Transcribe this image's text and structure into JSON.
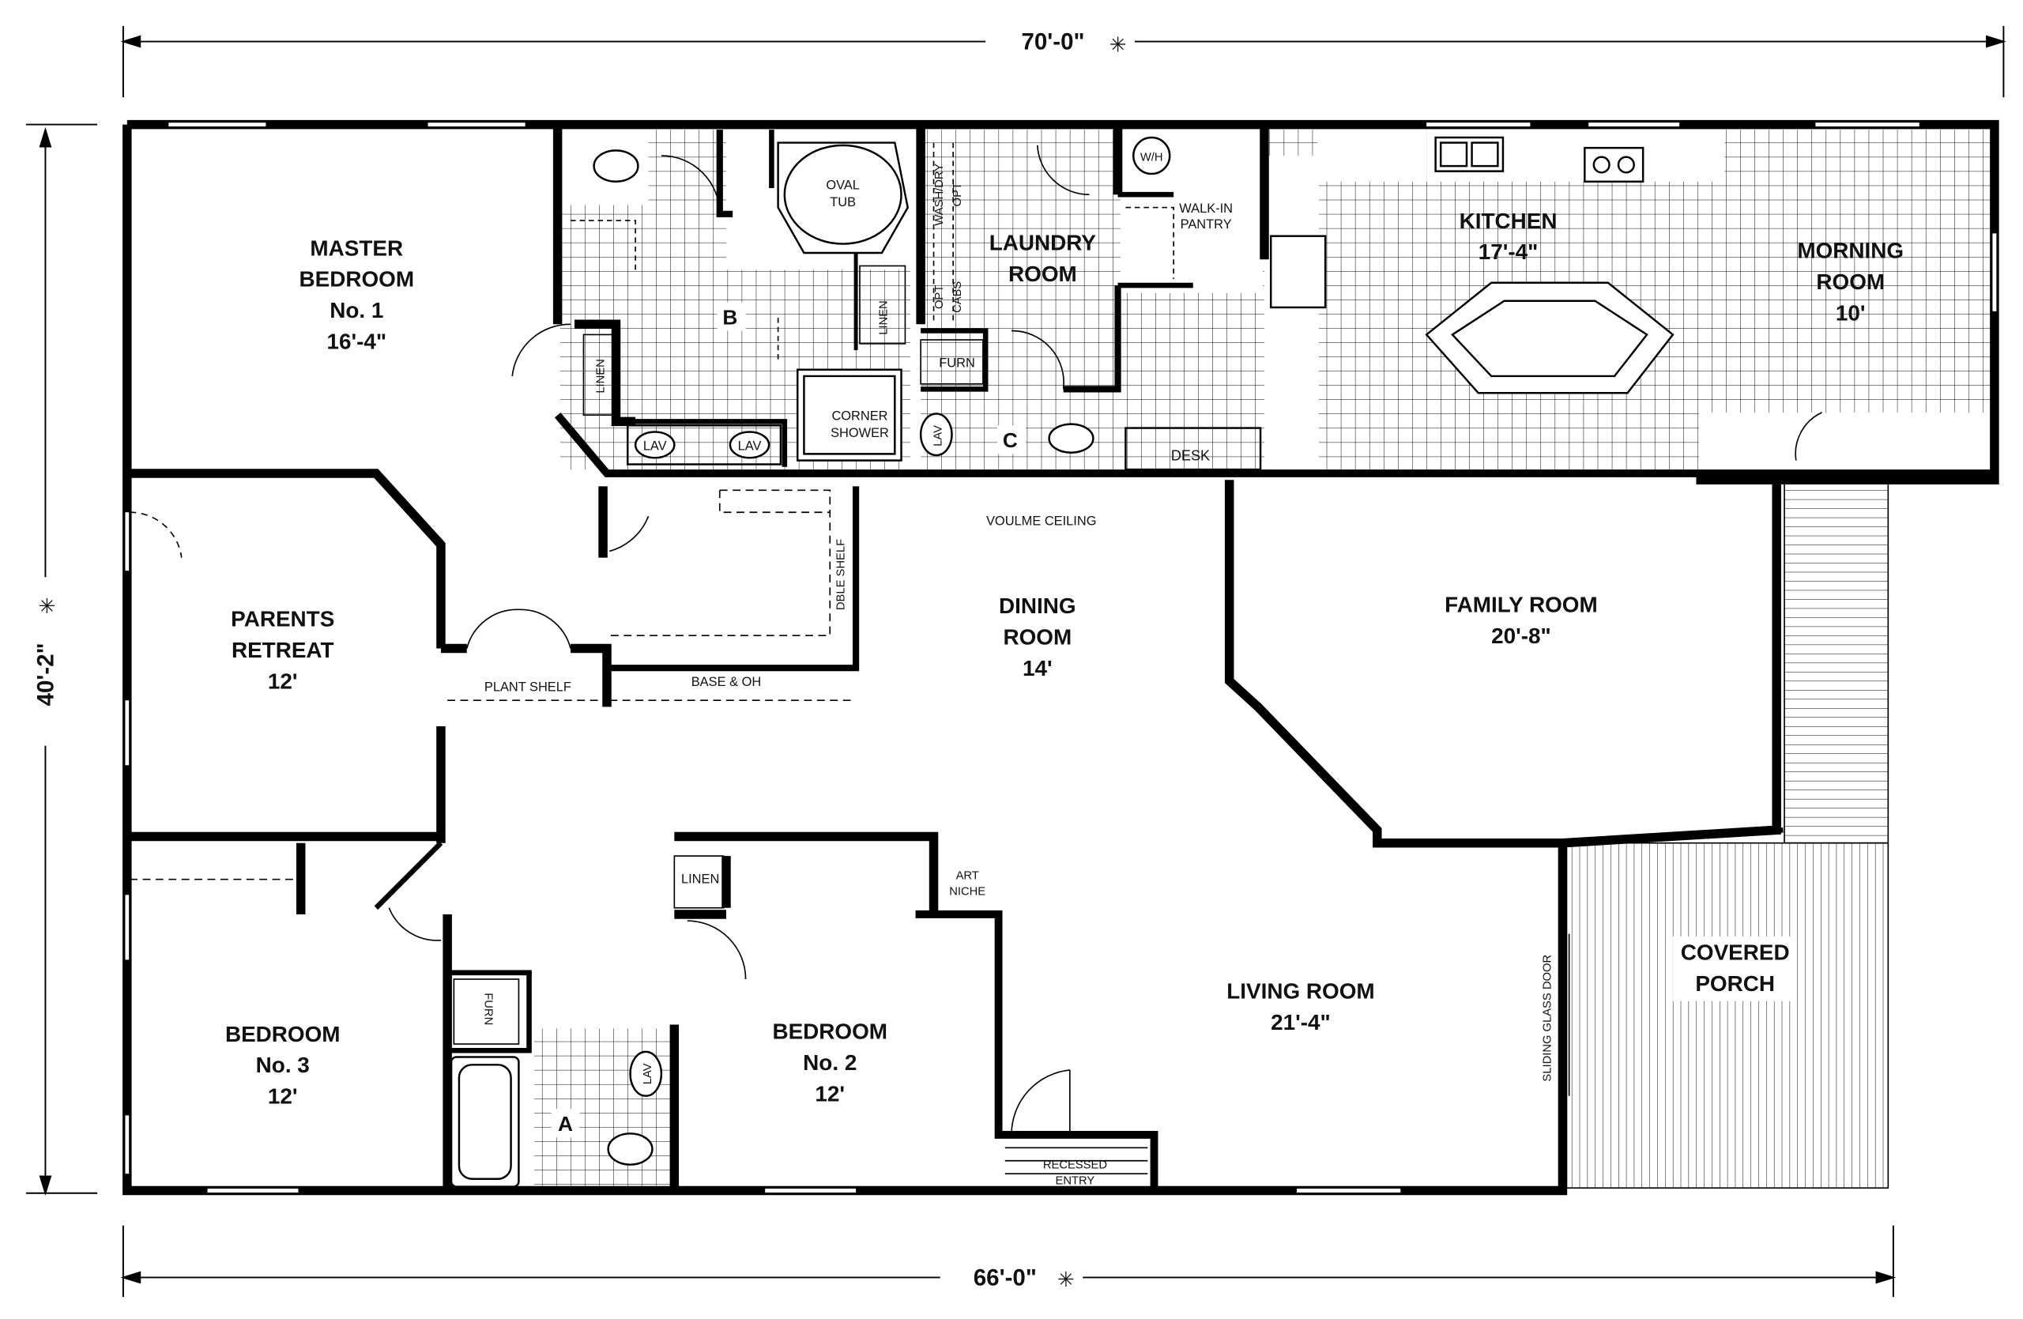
{
  "dimensions": {
    "top": "70'-0\"",
    "bottom": "66'-0\"",
    "side": "40'-2\"",
    "marker": "✳"
  },
  "rooms": {
    "master_bedroom": {
      "line1": "MASTER",
      "line2": "BEDROOM",
      "line3": "No. 1",
      "size": "16'-4\""
    },
    "parents_retreat": {
      "line1": "PARENTS",
      "line2": "RETREAT",
      "size": "12'"
    },
    "bedroom3": {
      "line1": "BEDROOM",
      "line2": "No. 3",
      "size": "12'"
    },
    "bedroom2": {
      "line1": "BEDROOM",
      "line2": "No. 2",
      "size": "12'"
    },
    "laundry": {
      "line1": "LAUNDRY",
      "line2": "ROOM"
    },
    "kitchen": {
      "line1": "KITCHEN",
      "size": "17'-4\""
    },
    "morning_room": {
      "line1": "MORNING",
      "line2": "ROOM",
      "size": "10'"
    },
    "dining_room": {
      "line1": "DINING",
      "line2": "ROOM",
      "size": "14'"
    },
    "family_room": {
      "line1": "FAMILY ROOM",
      "size": "20'-8\""
    },
    "living_room": {
      "line1": "LIVING ROOM",
      "size": "21'-4\""
    },
    "covered_porch": {
      "line1": "COVERED",
      "line2": "PORCH"
    },
    "bath_a": "A",
    "bath_b": "B",
    "bath_c": "C"
  },
  "fixtures": {
    "oval_tub_1": "OVAL",
    "oval_tub_2": "TUB",
    "corner_shower_1": "CORNER",
    "corner_shower_2": "SHOWER",
    "lav": "LAV",
    "linen": "LINEN",
    "furn": "FURN",
    "wh": "W/H",
    "washdry": "WASH/DRY",
    "opt": "OPT",
    "opt_cabs_1": "OPT",
    "opt_cabs_2": "CABS",
    "walkin_1": "WALK-IN",
    "walkin_2": "PANTRY",
    "desk": "DESK",
    "volume_ceiling": "VOULME CEILING",
    "dble_shelf": "DBLE SHELF",
    "plant_shelf": "PLANT SHELF",
    "base_oh": "BASE & OH",
    "art_niche_1": "ART",
    "art_niche_2": "NICHE",
    "recessed_1": "RECESSED",
    "recessed_2": "ENTRY",
    "sliding_door": "SLIDING GLASS DOOR"
  }
}
